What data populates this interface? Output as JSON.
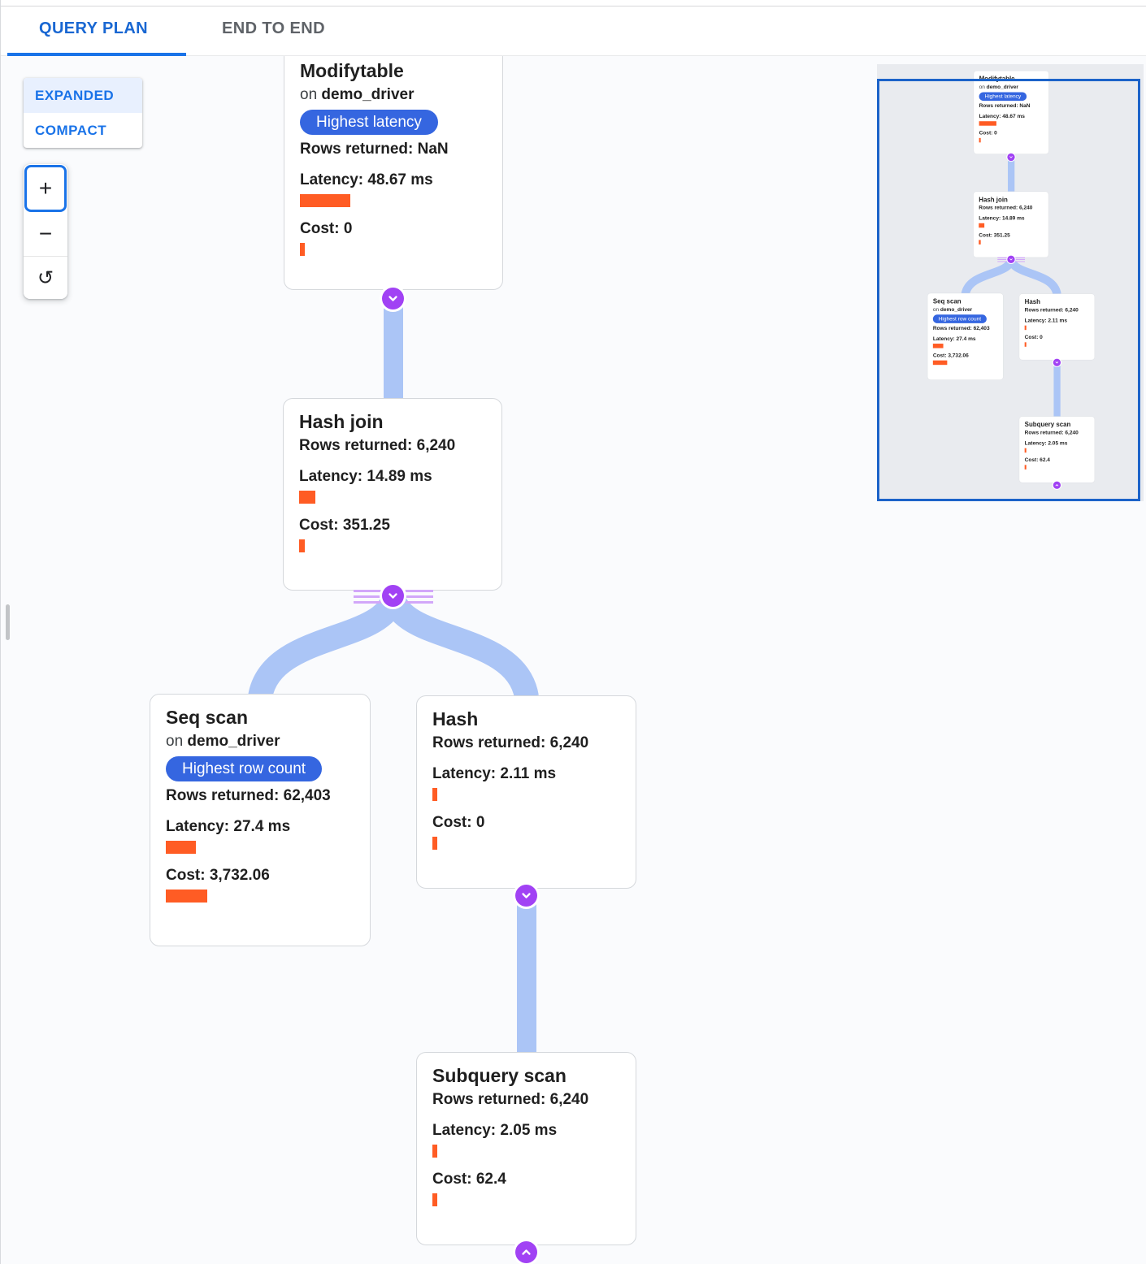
{
  "header": {
    "tabs": [
      {
        "label": "QUERY PLAN",
        "active": true
      },
      {
        "label": "END TO END",
        "active": false
      }
    ]
  },
  "controls": {
    "layout_toggle": {
      "expanded_label": "EXPANDED",
      "compact_label": "COMPACT",
      "selected": "EXPANDED"
    },
    "zoom": {
      "zoom_in_label": "+",
      "zoom_out_label": "−",
      "reset_label": "↺"
    }
  },
  "plan": {
    "nodes": [
      {
        "id": "modifytable",
        "title": "Modifytable",
        "on_prefix": "on",
        "table": "demo_driver",
        "badge": "Highest latency",
        "rows": "Rows returned: NaN",
        "latency": "Latency: 48.67 ms",
        "cost": "Cost: 0"
      },
      {
        "id": "hash-join",
        "title": "Hash join",
        "rows": "Rows returned: 6,240",
        "latency": "Latency: 14.89 ms",
        "cost": "Cost: 351.25"
      },
      {
        "id": "seq-scan",
        "title": "Seq scan",
        "on_prefix": "on",
        "table": "demo_driver",
        "badge": "Highest row count",
        "rows": "Rows returned: 62,403",
        "latency": "Latency: 27.4 ms",
        "cost": "Cost: 3,732.06"
      },
      {
        "id": "hash",
        "title": "Hash",
        "rows": "Rows returned: 6,240",
        "latency": "Latency: 2.11 ms",
        "cost": "Cost: 0"
      },
      {
        "id": "subquery-scan",
        "title": "Subquery scan",
        "rows": "Rows returned: 6,240",
        "latency": "Latency: 2.05 ms",
        "cost": "Cost: 62.4"
      }
    ]
  },
  "colors": {
    "active_tab_blue": "#1967d2",
    "tab_underline_blue": "#1a73e8",
    "badge_blue": "#3566e0",
    "bar_orange": "#ff5c24",
    "edge_blue": "#abc5f6",
    "connector_purple": "#a142f4",
    "stripe_purple": "#d2a7f9",
    "minimap_viewport_border": "#1c63c9",
    "toggle_selected_bg": "#e8f0fe"
  }
}
